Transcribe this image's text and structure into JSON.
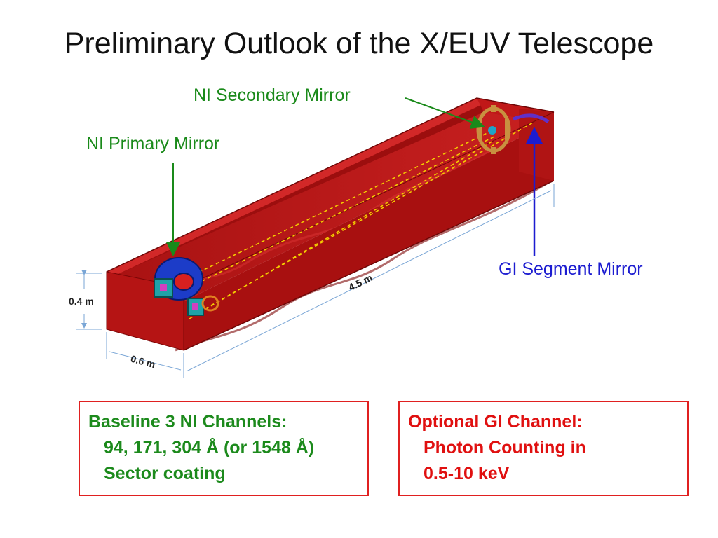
{
  "title": "Preliminary Outlook of the X/EUV Telescope",
  "labels": {
    "ni_secondary": "NI Secondary Mirror",
    "ni_primary": "NI Primary Mirror",
    "gi_segment": "GI Segment Mirror"
  },
  "dimensions": {
    "height": "0.4 m",
    "width": "0.6 m",
    "length": "4.5 m"
  },
  "boxes": {
    "baseline": {
      "line1": "Baseline  3 NI Channels:",
      "line2": "94, 171, 304 Å (or 1548 Å)",
      "line3": "Sector coating"
    },
    "optional": {
      "line1": "Optional  GI Channel:",
      "line2": "Photon Counting in",
      "line3": "0.5-10 keV"
    }
  },
  "colors": {
    "green": "#1a8a1a",
    "blue": "#1c1cd0",
    "red_box": "#e02020",
    "body_red": "#b01010"
  }
}
